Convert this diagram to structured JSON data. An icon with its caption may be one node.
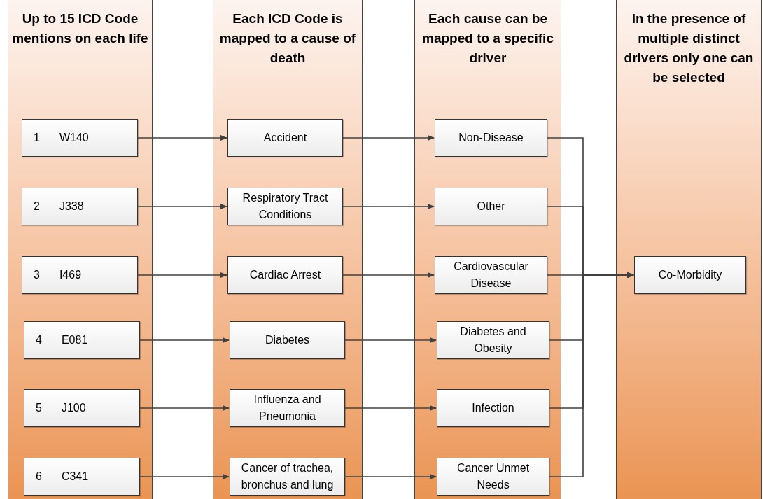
{
  "diagram": {
    "nodes": [
      {
        "text": [
          "Up to 15 ICD Code mentions on each life"
        ]
      },
      {
        "text": [
          "1",
          "W140"
        ],
        "in": 0
      },
      {
        "text": [
          "2",
          "J338"
        ],
        "in": 0
      },
      {
        "text": [
          "3",
          "I469"
        ],
        "in": 0
      },
      {
        "text": [
          "4",
          "E081"
        ],
        "in": 0
      },
      {
        "text": [
          "5",
          "J100"
        ],
        "in": 0
      },
      {
        "text": [
          "6",
          "C341"
        ],
        "in": 0
      },
      {
        "text": [
          "Each ICD Code is mapped to a cause of death"
        ]
      },
      {
        "text": [
          "Accident"
        ],
        "in": 7
      },
      {
        "text": [
          "Respiratory Tract Conditions"
        ],
        "in": 7
      },
      {
        "text": [
          "Cardiac Arrest"
        ],
        "in": 7
      },
      {
        "text": [
          "Diabetes"
        ],
        "in": 7
      },
      {
        "text": [
          "Influenza and Pneumonia"
        ],
        "in": 7
      },
      {
        "text": [
          "Cancer of trachea, bronchus and lung"
        ],
        "in": 7
      },
      {
        "text": [
          "Each cause can be mapped to a specific driver"
        ]
      },
      {
        "text": [
          "Non-Disease"
        ],
        "in": 14
      },
      {
        "text": [
          "Other"
        ],
        "in": 14
      },
      {
        "text": [
          "Cardiovascular Disease"
        ],
        "in": 14
      },
      {
        "text": [
          "Diabetes and Obesity"
        ],
        "in": 14
      },
      {
        "text": [
          "Infection"
        ],
        "in": 14
      },
      {
        "text": [
          "Cancer Unmet Needs"
        ],
        "in": 14
      },
      {
        "text": [
          "In the presence of multiple distinct drivers only one can be selected"
        ]
      },
      {
        "text": [
          "Co-Morbidity"
        ],
        "in": 21
      }
    ],
    "edges": [
      {
        "from": 1,
        "to": 8,
        "arrow": "to"
      },
      {
        "from": 2,
        "to": 9,
        "arrow": "to"
      },
      {
        "from": 3,
        "to": 10,
        "arrow": "to"
      },
      {
        "from": 4,
        "to": 11,
        "arrow": "to"
      },
      {
        "from": 5,
        "to": 12,
        "arrow": "to"
      },
      {
        "from": 6,
        "to": 13,
        "arrow": "to"
      },
      {
        "from": 8,
        "to": 15,
        "arrow": "to"
      },
      {
        "from": 9,
        "to": 16,
        "arrow": "to"
      },
      {
        "from": 10,
        "to": 17,
        "arrow": "to"
      },
      {
        "from": 11,
        "to": 18,
        "arrow": "to"
      },
      {
        "from": 12,
        "to": 19,
        "arrow": "to"
      },
      {
        "from": 13,
        "to": 20,
        "arrow": "to"
      },
      {
        "from": 15,
        "to": 22,
        "arrow": "to"
      },
      {
        "from": 16,
        "to": 22,
        "arrow": "to"
      },
      {
        "from": 17,
        "to": 22,
        "arrow": "to"
      },
      {
        "from": 18,
        "to": 22,
        "arrow": "to"
      },
      {
        "from": 19,
        "to": 22,
        "arrow": "to"
      },
      {
        "from": 20,
        "to": 22,
        "arrow": "to"
      }
    ]
  }
}
